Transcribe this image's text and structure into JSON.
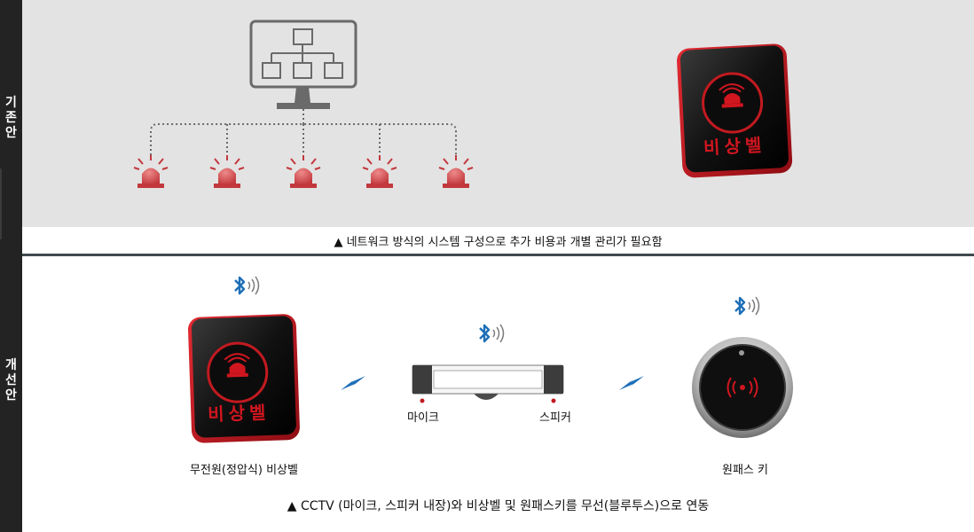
{
  "sidebar": {
    "section1_label": [
      "기",
      "존",
      "안"
    ],
    "section2_label": [
      "개",
      "선",
      "안"
    ]
  },
  "section1": {
    "caption": "▲ 네트워크 방식의 시스템 구성으로 추가 비용과 개별 관리가 필요함",
    "bell_text": "비상벨",
    "siren_count": 5
  },
  "section2": {
    "bell_text": "비상벨",
    "bell_label": "무전원(정압식) 비상벨",
    "mic_label": "마이크",
    "speaker_label": "스피커",
    "onepass_label": "원패스 키",
    "caption": "▲ CCTV (마이크, 스피커 내장)와 비상벨 및 원패스키를 무선(블루투스)으로 연동"
  },
  "colors": {
    "sidebar": "#232323",
    "section1_bg": "#e3e3e3",
    "divider": "#3f4a4d",
    "siren_red": "#c0202a",
    "bell_red": "#d0161f",
    "bluetooth_blue": "#1e6fb8"
  },
  "icons": [
    "monitor-icon",
    "siren-icon",
    "bluetooth-icon",
    "wireless-link-icon",
    "nfc-icon"
  ]
}
